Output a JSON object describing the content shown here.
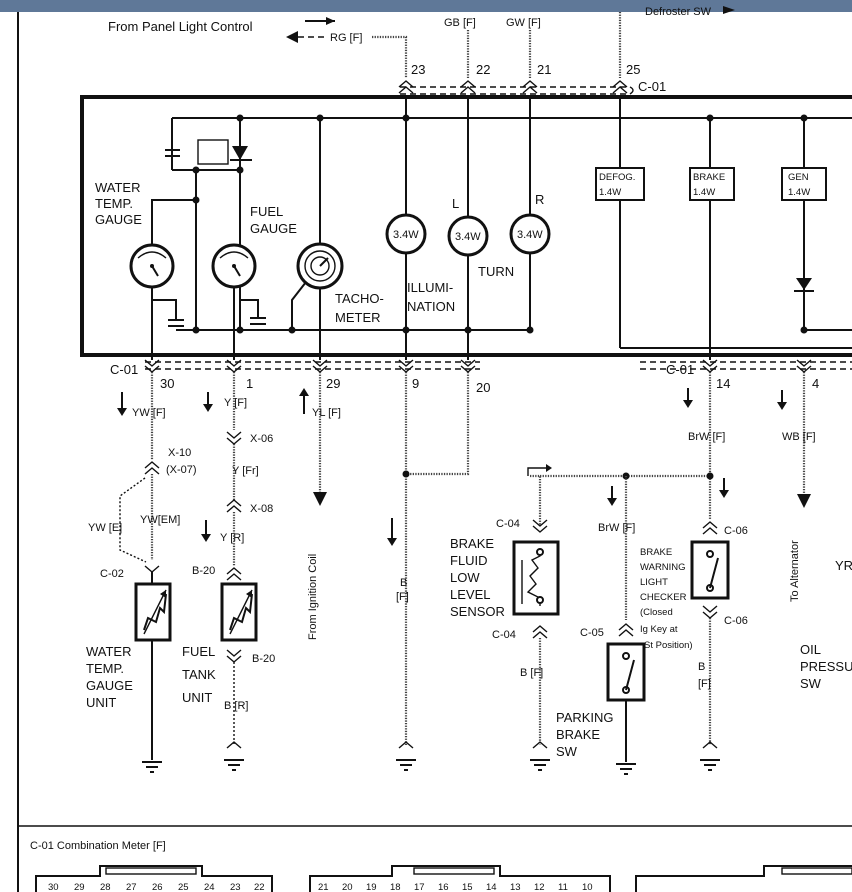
{
  "labels": {
    "panel_light": "From Panel Light Control",
    "rg": "RG [F]",
    "gb": "GB [F]",
    "gw": "GW [F]",
    "defroster": "Defroster SW",
    "c01": "C-01",
    "water_gauge": [
      "WATER",
      "TEMP.",
      "GAUGE"
    ],
    "fuel_gauge": [
      "FUEL",
      "GAUGE"
    ],
    "bulb": "3.4W",
    "bulb_l": "L",
    "bulb_r": "R",
    "illumination": [
      "ILLUMI-",
      "NATION"
    ],
    "turn": "TURN",
    "tachometer": [
      "TACHO-",
      "METER"
    ],
    "defog": [
      "DEFOG.",
      "1.4W"
    ],
    "brake": [
      "BRAKE",
      "1.4W"
    ],
    "gen": [
      "GEN",
      "1.4W"
    ],
    "pins_top": [
      "23",
      "22",
      "21",
      "25"
    ],
    "pins_bottom": [
      "30",
      "1",
      "29",
      "9",
      "20",
      "14",
      "4"
    ],
    "yw_f": "YW [F]",
    "y_f": "Y [F]",
    "yl_f": "YL [F]",
    "brw_f": "BrW [F]",
    "wb_f": "WB [F]",
    "x10": "X-10",
    "x07": "(X-07)",
    "x06": "X-06",
    "y_fr": "Y [Fr]",
    "x08": "X-08",
    "y_r": "Y [R]",
    "yw_e": "YW [E]",
    "yw_em": "YW[EM]",
    "c02": "C-02",
    "b20": "B-20",
    "from_ignition": "From Ignition Coil",
    "b_f": "B [F]",
    "b_r": "B [R]",
    "c04": "C-04",
    "c05": "C-05",
    "c06": "C-06",
    "brake_fluid": [
      "BRAKE",
      "FLUID",
      "LOW",
      "LEVEL",
      "SENSOR"
    ],
    "checker": [
      "BRAKE",
      "WARNING",
      "LIGHT",
      "CHECKER",
      "(Closed",
      "Ig Key at",
      "St Position)"
    ],
    "to_alternator": "To Alternator",
    "yr": "YR",
    "oil": [
      "OIL",
      "PRESSU",
      "SW"
    ],
    "water_unit": [
      "WATER",
      "TEMP.",
      "GAUGE",
      "UNIT"
    ],
    "fuel_unit": [
      "FUEL",
      "TANK",
      "UNIT"
    ],
    "parking": [
      "PARKING",
      "BRAKE",
      "SW"
    ],
    "b": "B",
    "f": "[F]",
    "connector_title": "C-01 Combination Meter [F]",
    "connector_row1": [
      "30",
      "29",
      "28",
      "27",
      "26",
      "25",
      "24",
      "23",
      "22"
    ],
    "connector_row2": [
      "21",
      "20",
      "19",
      "18",
      "17",
      "16",
      "15",
      "14",
      "13",
      "12",
      "11",
      "10"
    ]
  }
}
